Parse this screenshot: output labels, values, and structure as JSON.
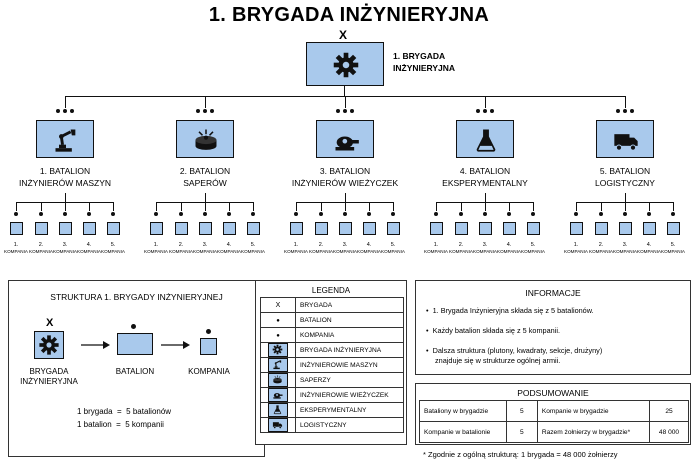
{
  "title": "1. BRYGADA INŻYNIERYJNA",
  "brigade": {
    "symbol": "X",
    "label_line1": "1. BRYGADA",
    "label_line2": "INŻYNIERYJNA"
  },
  "battalions": [
    {
      "line1": "1. BATALION",
      "line2": "INŻYNIERÓW MASZYN",
      "icon": "excavator-arm-icon"
    },
    {
      "line1": "2. BATALION",
      "line2": "SAPERÓW",
      "icon": "landmine-icon"
    },
    {
      "line1": "3. BATALION",
      "line2": "INŻYNIERÓW WIEŻYCZEK",
      "icon": "turret-icon"
    },
    {
      "line1": "4. BATALION",
      "line2": "EKSPERYMENTALNY",
      "icon": "flask-icon"
    },
    {
      "line1": "5. BATALION",
      "line2": "LOGISTYCZNY",
      "icon": "truck-icon"
    }
  ],
  "companies": [
    {
      "num": "1.",
      "label": "KOMPANIA"
    },
    {
      "num": "2.",
      "label": "KOMPANIA"
    },
    {
      "num": "3.",
      "label": "KOMPANIA"
    },
    {
      "num": "4.",
      "label": "KOMPANIA"
    },
    {
      "num": "5.",
      "label": "KOMPANIA"
    }
  ],
  "structure": {
    "heading": "STRUKTURA 1. BRYGADY INŻYNIERYJNEJ",
    "brigade_symbol": "X",
    "brigade_line1": "BRYGADA",
    "brigade_line2": "INŻYNIERYJNA",
    "battalion": "BATALION",
    "company": "KOMPANIA",
    "eq1": "1 brygada  =  5 batalionów",
    "eq2": "1 batalion  =  5 kompanii"
  },
  "legend": {
    "heading": "LEGENDA",
    "rows": [
      {
        "symbol": "X",
        "label": "BRYGADA"
      },
      {
        "symbol": "●",
        "label": "BATALION"
      },
      {
        "symbol": "●",
        "label": "KOMPANIA"
      },
      {
        "icon": "gear-icon",
        "label": "BRYGADA INŻYNIERYJNA"
      },
      {
        "icon": "excavator-arm-icon",
        "label": "INŻYNIEROWIE MASZYN"
      },
      {
        "icon": "landmine-icon",
        "label": "SAPERZY"
      },
      {
        "icon": "turret-icon",
        "label": "INŻYNIEROWIE WIEŻYCZEK"
      },
      {
        "icon": "flask-icon",
        "label": "EKSPERYMENTALNY"
      },
      {
        "icon": "truck-icon",
        "label": "LOGISTYCZNY"
      }
    ]
  },
  "info": {
    "heading": "INFORMACJE",
    "items": [
      "1. Brygada Inżynieryjna składa się z 5 batalionów.",
      "Każdy batalion składa się z 5 kompanii.",
      "Dalsza struktura (plutony, kwadraty, sekcje, drużyny)",
      "znajduje się w strukturze ogólnej armii."
    ]
  },
  "summary": {
    "heading": "PODSUMOWANIE",
    "rows": [
      {
        "l1": "Bataliony w brygadzie",
        "v1": "5",
        "l2": "Kompanie w brygadzie",
        "v2": "25"
      },
      {
        "l1": "Kompanie w batalionie",
        "v1": "5",
        "l2": "Razem żołnierzy w brygadzie*",
        "v2": "48 000"
      }
    ],
    "footnote": "* Zgodnie z ogólną strukturą: 1 brygada = 48 000 żołnierzy"
  },
  "colors": {
    "unit_fill": "#a9c9ec",
    "line": "#111111"
  }
}
